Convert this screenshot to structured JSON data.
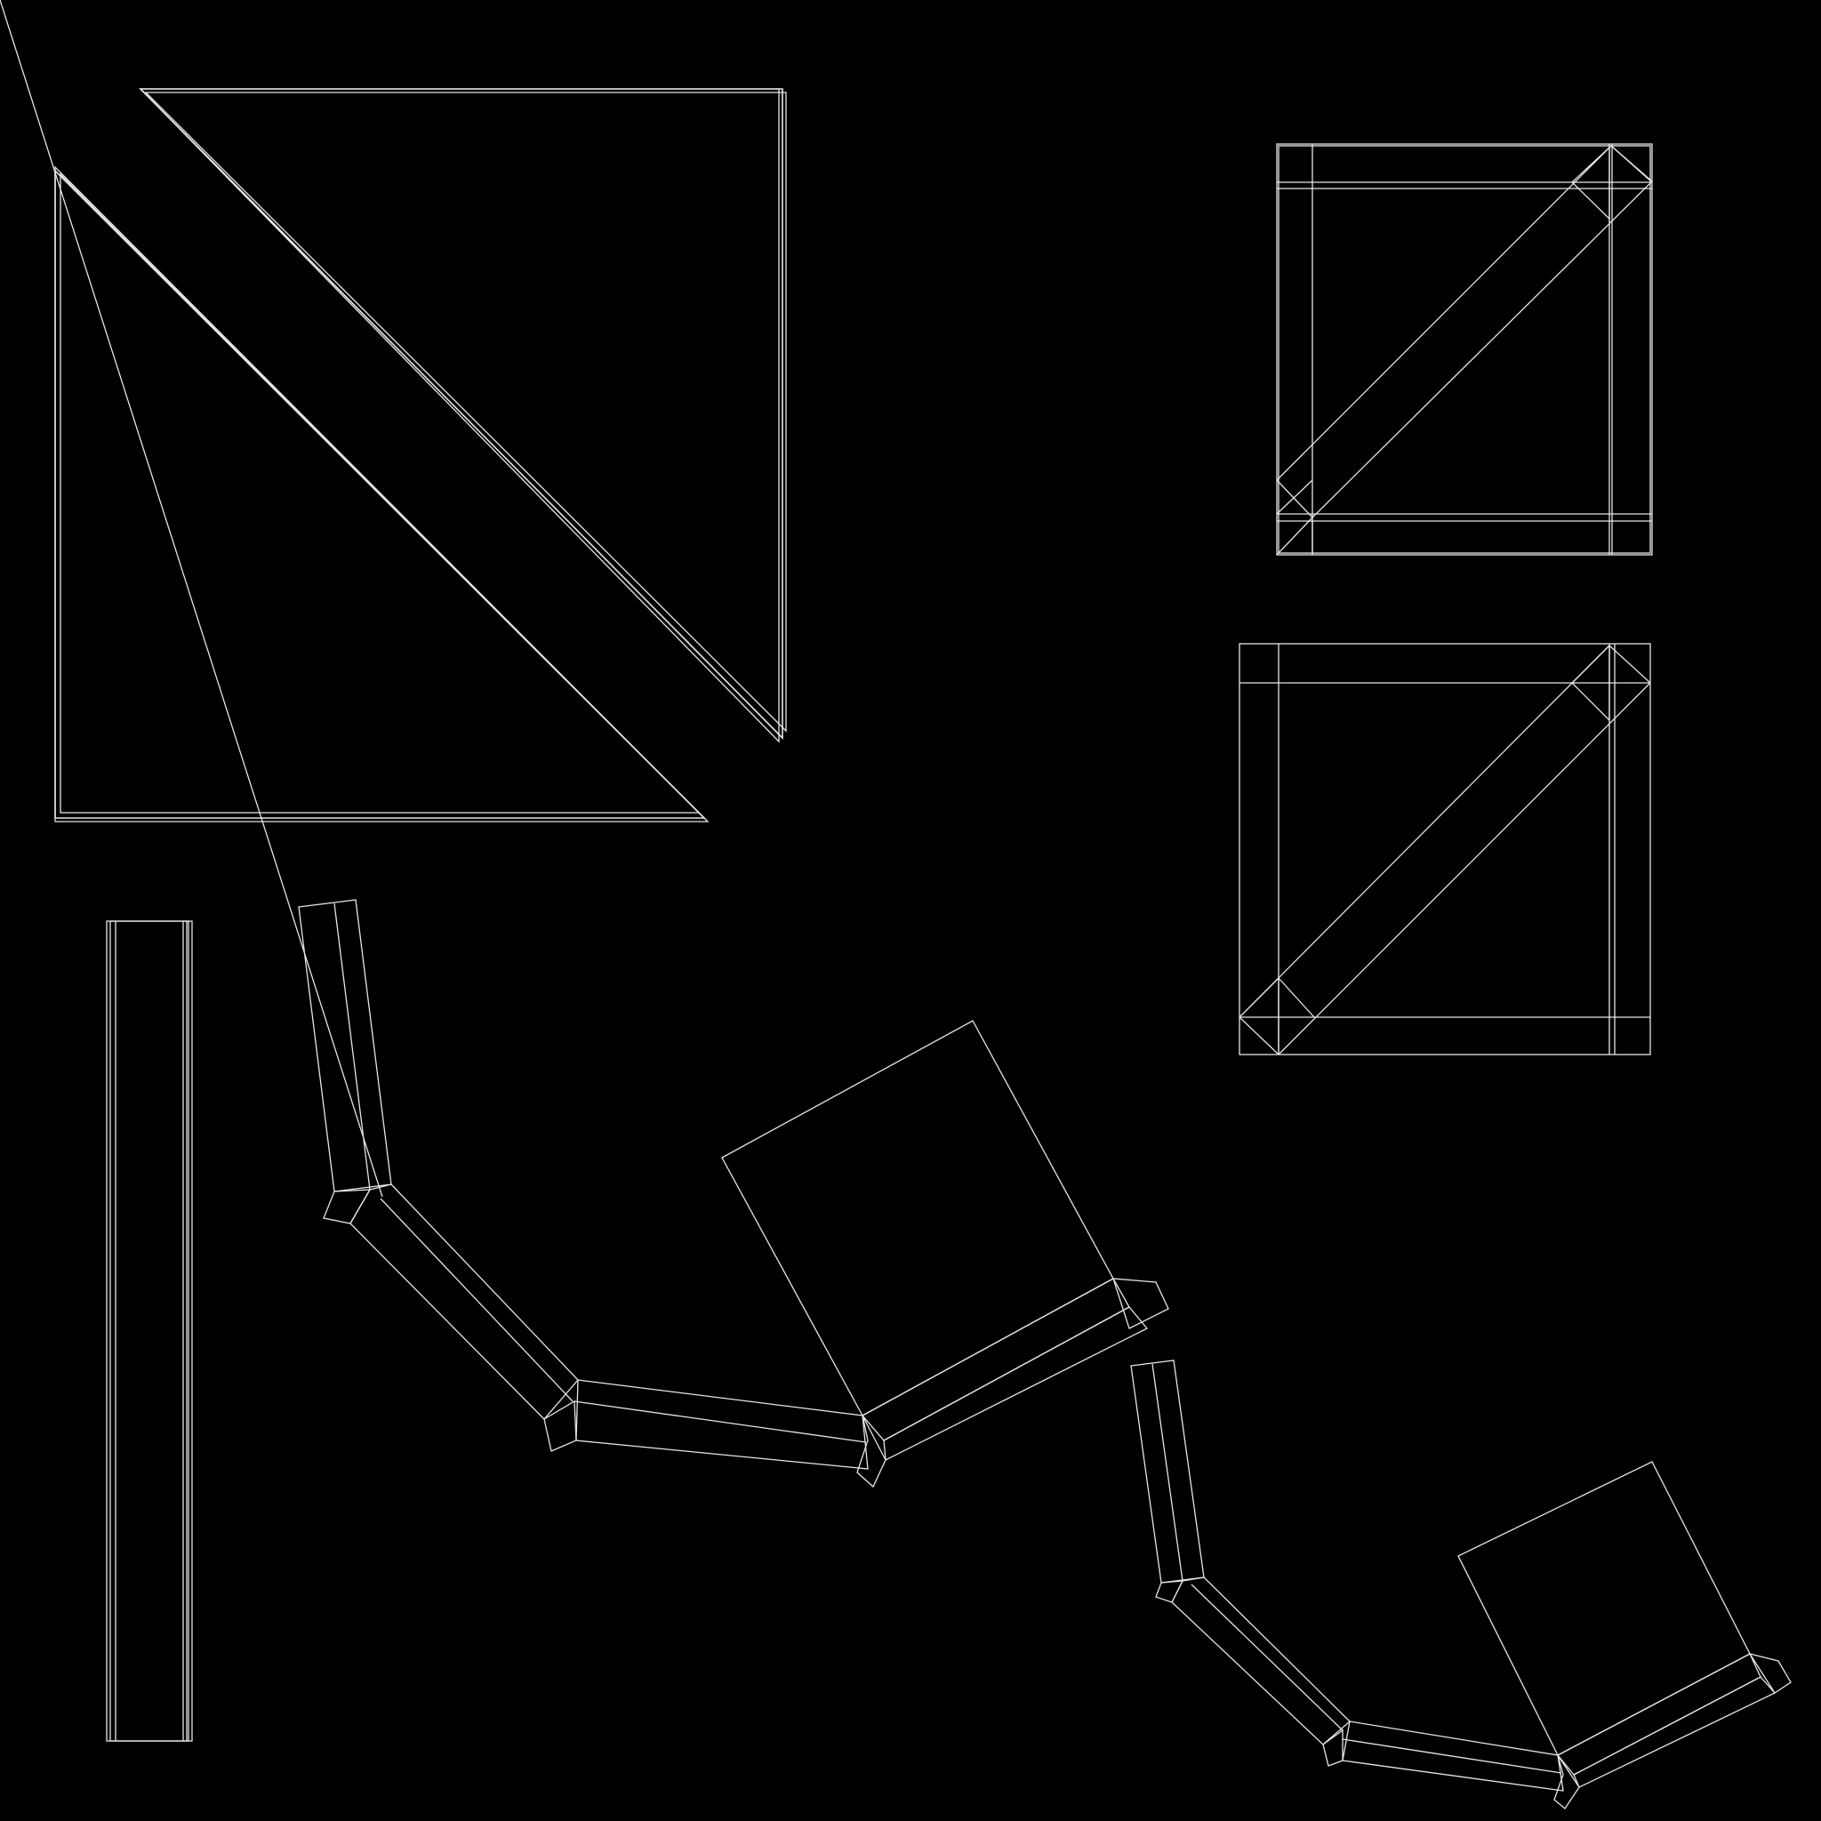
{
  "image": {
    "description": "",
    "background_color": "#000000",
    "line_color": "#e6e6e6"
  },
  "shapes": [
    {
      "name": "large-triangle-pair",
      "kind": "triangle-pair-outline"
    },
    {
      "name": "square-with-diagonal-top",
      "kind": "framed-square-with-diagonal-band"
    },
    {
      "name": "square-with-diagonal-bottom",
      "kind": "framed-square-with-diagonal-band"
    },
    {
      "name": "vertical-strip",
      "kind": "long-rectangle-outline"
    },
    {
      "name": "folded-strip-with-square-large",
      "kind": "bent-band-with-square"
    },
    {
      "name": "folded-strip-with-square-small",
      "kind": "bent-band-with-square"
    }
  ]
}
